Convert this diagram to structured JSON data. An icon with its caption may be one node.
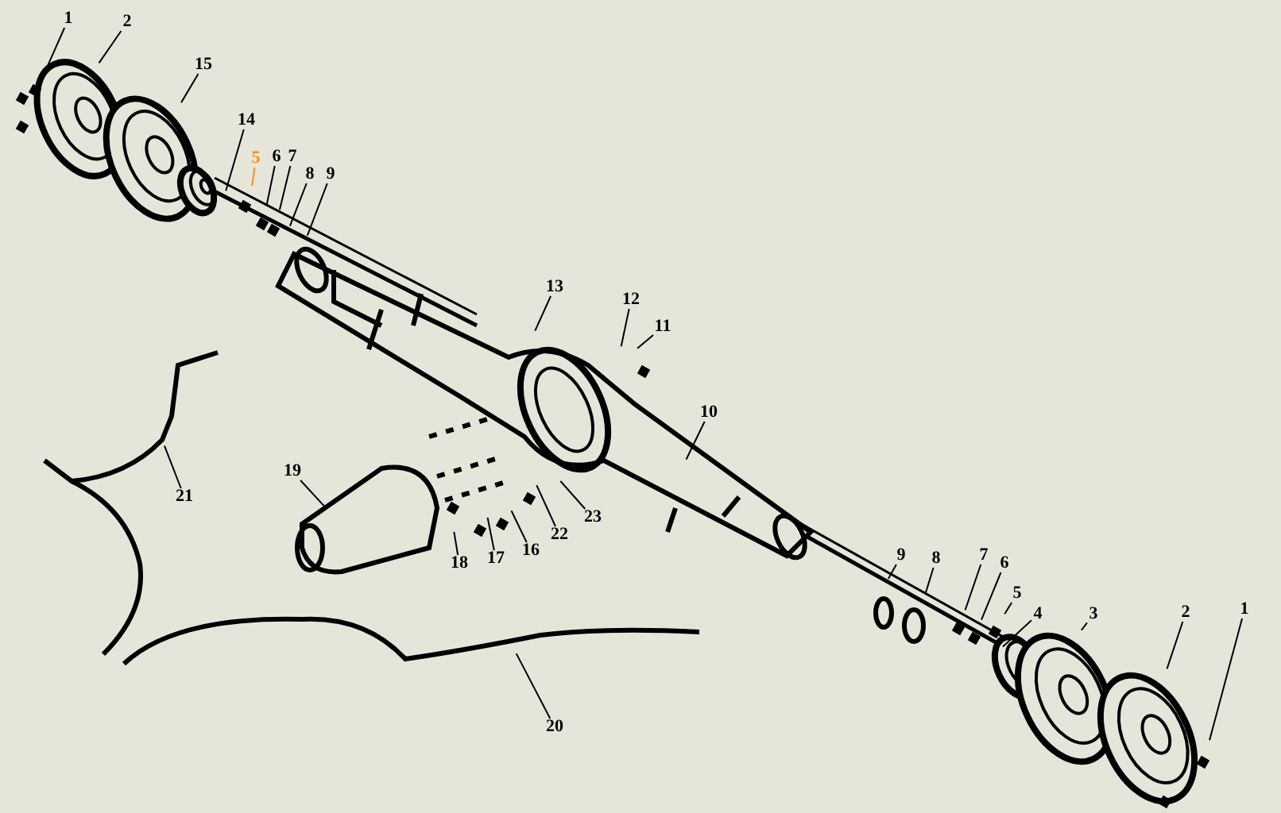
{
  "diagram": {
    "nodes": [
      {
        "text": [
          "1"
        ]
      },
      {
        "text": [
          "2"
        ]
      },
      {
        "text": [
          "15"
        ]
      },
      {
        "text": [
          "14"
        ]
      },
      {
        "text": [
          "5"
        ]
      },
      {
        "text": [
          "6"
        ]
      },
      {
        "text": [
          "7"
        ]
      },
      {
        "text": [
          "8"
        ]
      },
      {
        "text": [
          "9"
        ]
      },
      {
        "text": [
          "13"
        ]
      },
      {
        "text": [
          "12"
        ]
      },
      {
        "text": [
          "11"
        ]
      },
      {
        "text": [
          "10"
        ]
      },
      {
        "text": [
          "19"
        ]
      },
      {
        "text": [
          "21"
        ]
      },
      {
        "text": [
          "18"
        ]
      },
      {
        "text": [
          "17"
        ]
      },
      {
        "text": [
          "16"
        ]
      },
      {
        "text": [
          "22"
        ]
      },
      {
        "text": [
          "23"
        ]
      },
      {
        "text": [
          "20"
        ]
      },
      {
        "text": [
          "9"
        ]
      },
      {
        "text": [
          "8"
        ]
      },
      {
        "text": [
          "7"
        ]
      },
      {
        "text": [
          "6"
        ]
      },
      {
        "text": [
          "5"
        ]
      },
      {
        "text": [
          "4"
        ]
      },
      {
        "text": [
          "3"
        ]
      },
      {
        "text": [
          "2"
        ]
      },
      {
        "text": [
          "1"
        ]
      }
    ],
    "edges": [
      {
        "from": 0,
        "to": null,
        "arrow": "none"
      },
      {
        "from": 1,
        "to": null,
        "arrow": "none"
      },
      {
        "from": 2,
        "to": null,
        "arrow": "none"
      },
      {
        "from": 3,
        "to": null,
        "arrow": "none"
      },
      {
        "from": 4,
        "to": null,
        "arrow": "none",
        "color": "#ff8c1a"
      },
      {
        "from": 5,
        "to": null,
        "arrow": "none"
      },
      {
        "from": 6,
        "to": null,
        "arrow": "none"
      },
      {
        "from": 7,
        "to": null,
        "arrow": "none"
      },
      {
        "from": 8,
        "to": null,
        "arrow": "none"
      },
      {
        "from": 9,
        "to": null,
        "arrow": "none"
      },
      {
        "from": 10,
        "to": null,
        "arrow": "none"
      },
      {
        "from": 11,
        "to": null,
        "arrow": "none"
      },
      {
        "from": 12,
        "to": null,
        "arrow": "none"
      },
      {
        "from": 13,
        "to": null,
        "arrow": "none"
      },
      {
        "from": 14,
        "to": null,
        "arrow": "none"
      },
      {
        "from": 15,
        "to": null,
        "arrow": "none"
      },
      {
        "from": 16,
        "to": null,
        "arrow": "none"
      },
      {
        "from": 17,
        "to": null,
        "arrow": "none"
      },
      {
        "from": 18,
        "to": null,
        "arrow": "none"
      },
      {
        "from": 19,
        "to": null,
        "arrow": "none"
      },
      {
        "from": 20,
        "to": null,
        "arrow": "none"
      },
      {
        "from": 21,
        "to": null,
        "arrow": "none"
      },
      {
        "from": 22,
        "to": null,
        "arrow": "none"
      },
      {
        "from": 23,
        "to": null,
        "arrow": "none"
      },
      {
        "from": 24,
        "to": null,
        "arrow": "none"
      },
      {
        "from": 25,
        "to": null,
        "arrow": "none"
      },
      {
        "from": 26,
        "to": null,
        "arrow": "none"
      },
      {
        "from": 27,
        "to": null,
        "arrow": "none"
      },
      {
        "from": 28,
        "to": null,
        "arrow": "none"
      },
      {
        "from": 29,
        "to": null,
        "arrow": "none"
      }
    ]
  }
}
